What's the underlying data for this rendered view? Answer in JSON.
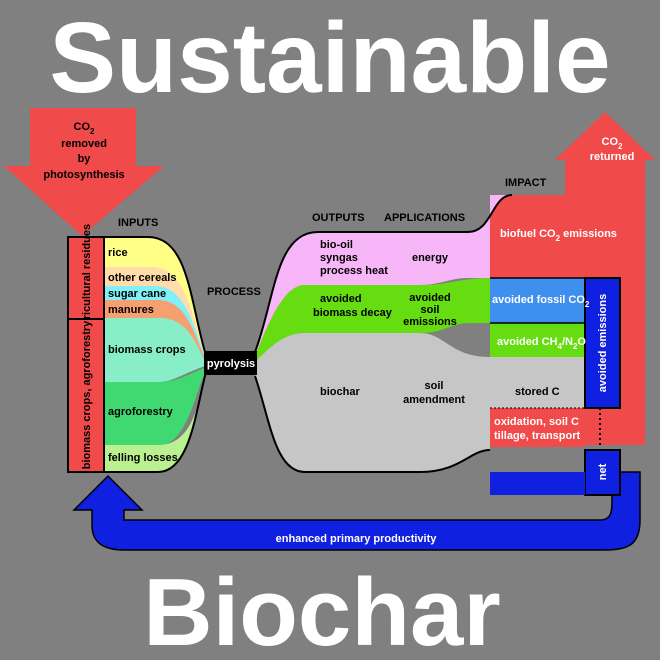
{
  "title_top": "Sustainable",
  "title_bottom": "Biochar",
  "co2_removed": {
    "line1": "CO",
    "sub": "2",
    "line2": "removed",
    "line3": "by",
    "line4": "photosynthesis"
  },
  "co2_returned": {
    "line1": "CO",
    "sub": "2",
    "line2": "returned"
  },
  "headers": {
    "inputs": "INPUTS",
    "process": "PROCESS",
    "outputs": "OUTPUTS",
    "applications": "APPLICATIONS",
    "impact": "IMPACT"
  },
  "input_groups": {
    "agricultural": "agricultural residues",
    "biomass": "biomass crops, agroforestry"
  },
  "inputs": {
    "rice": "rice",
    "other_cereals": "other cereals",
    "sugar_cane": "sugar cane",
    "manures": "manures",
    "biomass_crops": "biomass crops",
    "agroforestry": "agroforestry",
    "felling_losses": "felling losses"
  },
  "process": "pyrolysis",
  "outputs": {
    "bio_oil": "bio-oil",
    "syngas": "syngas",
    "process_heat": "process heat",
    "avoided_decay_1": "avoided",
    "avoided_decay_2": "biomass decay",
    "biochar": "biochar"
  },
  "applications": {
    "energy": "energy",
    "avoided_soil_1": "avoided",
    "avoided_soil_2": "soil",
    "avoided_soil_3": "emissions",
    "soil_amend_1": "soil",
    "soil_amend_2": "amendment"
  },
  "impacts": {
    "biofuel_pre": "biofuel CO",
    "biofuel_sub": "2",
    "biofuel_post": " emissions",
    "fossil_pre": "avoided fossil CO",
    "fossil_sub": "2",
    "ch4_a": "avoided CH",
    "ch4_sub1": "4",
    "ch4_b": "/N",
    "ch4_sub2": "2",
    "ch4_c": "O",
    "stored": "stored C",
    "oxidation_1": "oxidation, soil C",
    "oxidation_2": "tillage, transport"
  },
  "side_labels": {
    "avoided_emissions": "avoided emissions",
    "net": "net"
  },
  "feedback": "enhanced primary productivity",
  "colors": {
    "background": "#808080",
    "red": "#f04a4a",
    "blue": "#1020e0",
    "pink": "#f7b6f7",
    "green": "#66dd11",
    "grey_flow": "#c6c6c6",
    "fossil_blue": "#3f8fef"
  }
}
